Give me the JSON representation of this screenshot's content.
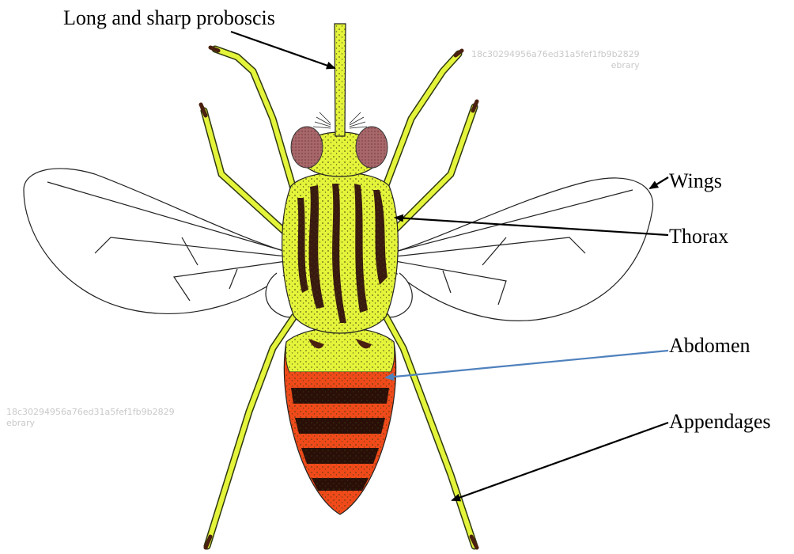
{
  "labels": {
    "proboscis": "Long and sharp proboscis",
    "wings": "Wings",
    "thorax": "Thorax",
    "abdomen": "Abdomen",
    "appendages": "Appendages"
  },
  "watermarks": {
    "top_line1": "18c30294956a76ed31a5fef1fb9b2829",
    "top_line2": "ebrary",
    "left_line1": "18c30294956a76ed31a5fef1fb9b2829",
    "left_line2": "ebrary"
  },
  "colors": {
    "body_yellow": "#e4f43a",
    "stripe_brown": "#3a1a10",
    "abdomen_orange": "#f04a1a",
    "eye_red": "#a8676a",
    "arrow_black": "#000000",
    "arrow_blue": "#4f81bd"
  }
}
